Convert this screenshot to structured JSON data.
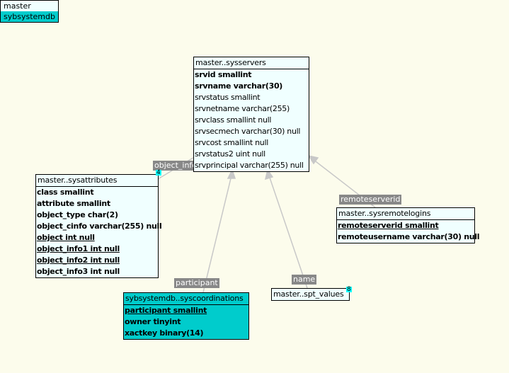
{
  "legend": {
    "items": [
      {
        "label": "master",
        "color": "#f0ffff"
      },
      {
        "label": "sybsystemdb",
        "color": "#00cccc"
      }
    ]
  },
  "tables": {
    "sysservers": {
      "title": "master..sysservers",
      "columns": [
        "srvid smallint",
        "srvname varchar(30)",
        "srvstatus smallint",
        "srvnetname varchar(255)",
        "srvclass smallint null",
        "srvsecmech varchar(30) null",
        "srvcost smallint null",
        "srvstatus2 uint null",
        "srvprincipal varchar(255) null"
      ]
    },
    "sysattributes": {
      "title": "master..sysattributes",
      "badge": "4",
      "columns": [
        "class smallint",
        "attribute smallint",
        "object_type char(2)",
        "object_cinfo varchar(255) null",
        "object int null",
        "object_info1 int null",
        "object_info2 int null",
        "object_info3 int null"
      ]
    },
    "sysremotelogins": {
      "title": "master..sysremotelogins",
      "columns": [
        "remoteserverid smallint",
        "remoteusername varchar(30) null"
      ]
    },
    "syscoordinations": {
      "title": "sybsystemdb..syscoordinations",
      "columns": [
        "participant smallint",
        "owner tinyint",
        "xactkey binary(14)"
      ]
    },
    "spt_values": {
      "title": "master..spt_values",
      "badge": "8"
    }
  },
  "relations": [
    "object_info",
    "remoteserverid",
    "participant",
    "name"
  ]
}
